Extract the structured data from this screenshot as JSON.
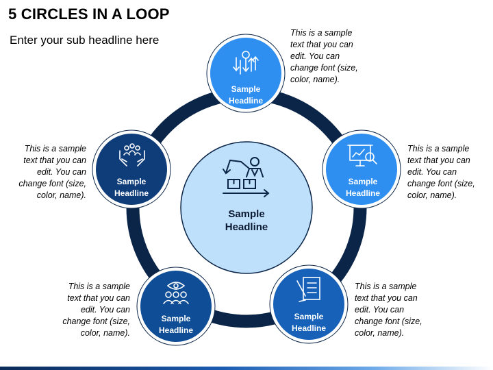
{
  "title": "5 CIRCLES IN A LOOP",
  "subtitle": "Enter your sub headline here",
  "center": {
    "line1": "Sample",
    "line2": "Headline",
    "icon": "businessman-shipping-icon"
  },
  "nodes": [
    {
      "line1": "Sample",
      "line2": "Headline",
      "icon": "idea-bulb-arrows-icon",
      "color": "#2f8ff0",
      "text": [
        "This is a sample",
        "text that you can",
        "edit. You can",
        "change font (size,",
        "color, name)."
      ]
    },
    {
      "line1": "Sample",
      "line2": "Headline",
      "icon": "presentation-analysis-icon",
      "color": "#2f8ff0",
      "text": [
        "This is a sample",
        "text that you can",
        "edit. You can",
        "change font (size,",
        "color, name)."
      ]
    },
    {
      "line1": "Sample",
      "line2": "Headline",
      "icon": "checklist-pen-icon",
      "color": "#1762b8",
      "text": [
        "This is a sample",
        "text that you can",
        "edit. You can",
        "change font (size,",
        "color, name)."
      ]
    },
    {
      "line1": "Sample",
      "line2": "Headline",
      "icon": "team-vision-icon",
      "color": "#0f4e96",
      "text": [
        "This is a sample",
        "text that you can",
        "edit. You can",
        "change font (size,",
        "color, name)."
      ]
    },
    {
      "line1": "Sample",
      "line2": "Headline",
      "icon": "hands-team-icon",
      "color": "#0f3d7a",
      "text": [
        "This is a sample",
        "text that you can",
        "edit. You can",
        "change font (size,",
        "color, name)."
      ]
    }
  ],
  "colors": {
    "ring": "#0b2548",
    "center_fill": "#bfe0fa",
    "center_stroke": "#0b2548"
  }
}
